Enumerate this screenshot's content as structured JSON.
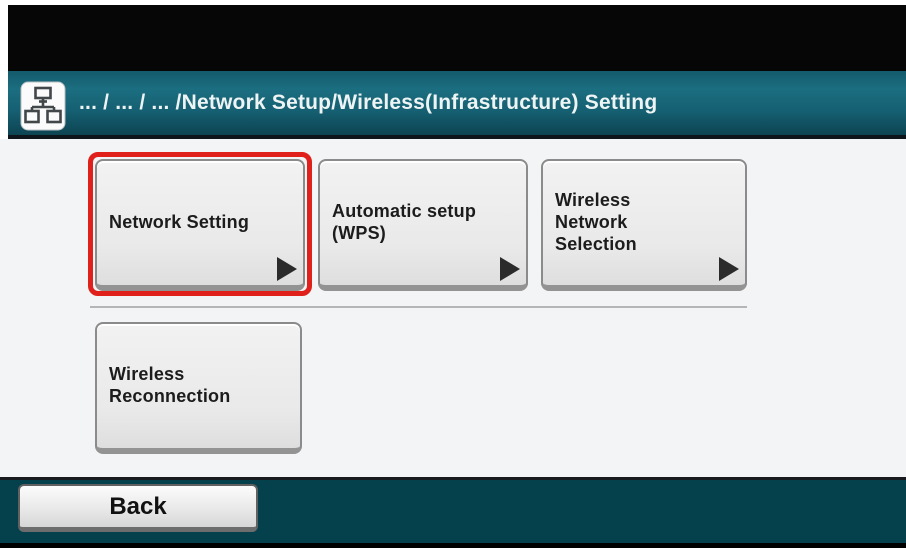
{
  "header": {
    "breadcrumb": "... / ... / ... /Network Setup/Wireless(Infrastructure) Setting",
    "icon": "network-icon"
  },
  "main": {
    "buttons": [
      {
        "label": "Network Setting",
        "highlighted": true,
        "arrow": true
      },
      {
        "label": "Automatic setup\n(WPS)",
        "highlighted": false,
        "arrow": true
      },
      {
        "label": "Wireless\nNetwork\nSelection",
        "highlighted": false,
        "arrow": true
      },
      {
        "label": "Wireless\nReconnection",
        "highlighted": false,
        "arrow": false
      }
    ]
  },
  "footer": {
    "back_label": "Back"
  },
  "colors": {
    "header_teal": "#156072",
    "footer_teal": "#05404d",
    "highlight_red": "#df201b",
    "button_face": "#ebebeb",
    "status_black": "#060606"
  }
}
